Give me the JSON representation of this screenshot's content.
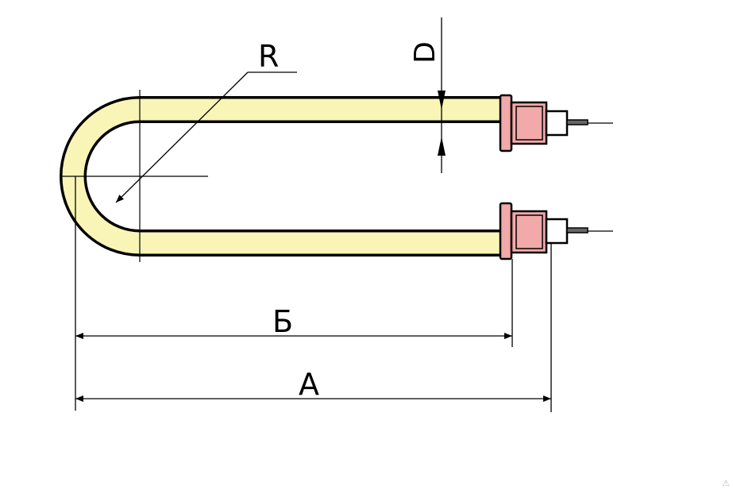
{
  "labels": {
    "radius": "R",
    "diameter": "D",
    "length_b": "Б",
    "length_a": "A"
  },
  "colors": {
    "tube_fill": "#f8f5b6",
    "fitting_fill": "#f2a9a9",
    "line": "#000000",
    "background": "#ffffff"
  },
  "watermark": "⚠"
}
